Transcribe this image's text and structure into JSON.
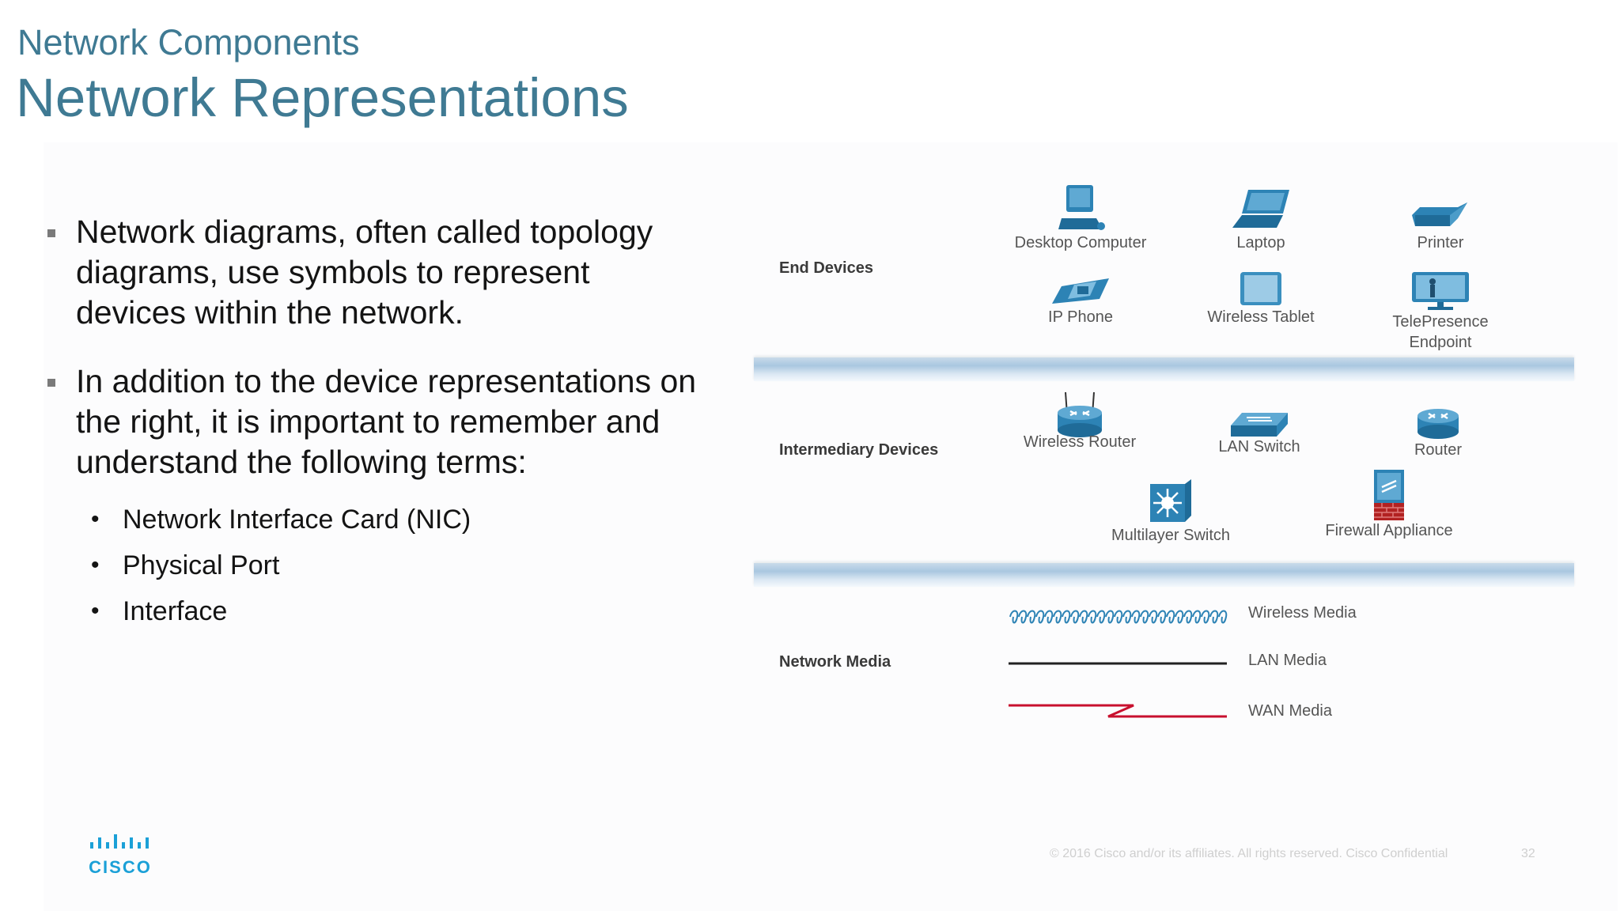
{
  "header": {
    "subtitle": "Network Components",
    "title": "Network Representations"
  },
  "bullets": [
    "Network diagrams, often called topology diagrams, use symbols to represent devices within the network.",
    "In addition to the device representations on the right, it is important to remember and understand the following terms:"
  ],
  "sub_bullets": [
    "Network Interface Card (NIC)",
    "Physical Port",
    "Interface"
  ],
  "diagram": {
    "end_devices": {
      "label": "End Devices",
      "items": [
        "Desktop Computer",
        "Laptop",
        "Printer",
        "IP Phone",
        "Wireless Tablet",
        "TelePresence Endpoint"
      ]
    },
    "intermediary": {
      "label": "Intermediary Devices",
      "items": [
        "Wireless Router",
        "LAN Switch",
        "Router",
        "Multilayer Switch",
        "Firewall Appliance"
      ]
    },
    "media": {
      "label": "Network Media",
      "items": [
        "Wireless Media",
        "LAN Media",
        "WAN Media"
      ]
    }
  },
  "footer": {
    "copyright": "© 2016  Cisco and/or its affiliates. All rights reserved.   Cisco Confidential",
    "page": "32",
    "logo_text": "CISCO"
  },
  "colors": {
    "title": "#3f7a93",
    "device_blue": "#2d83b5",
    "wan_red": "#c8102e",
    "cisco_blue": "#1ba0d7"
  }
}
